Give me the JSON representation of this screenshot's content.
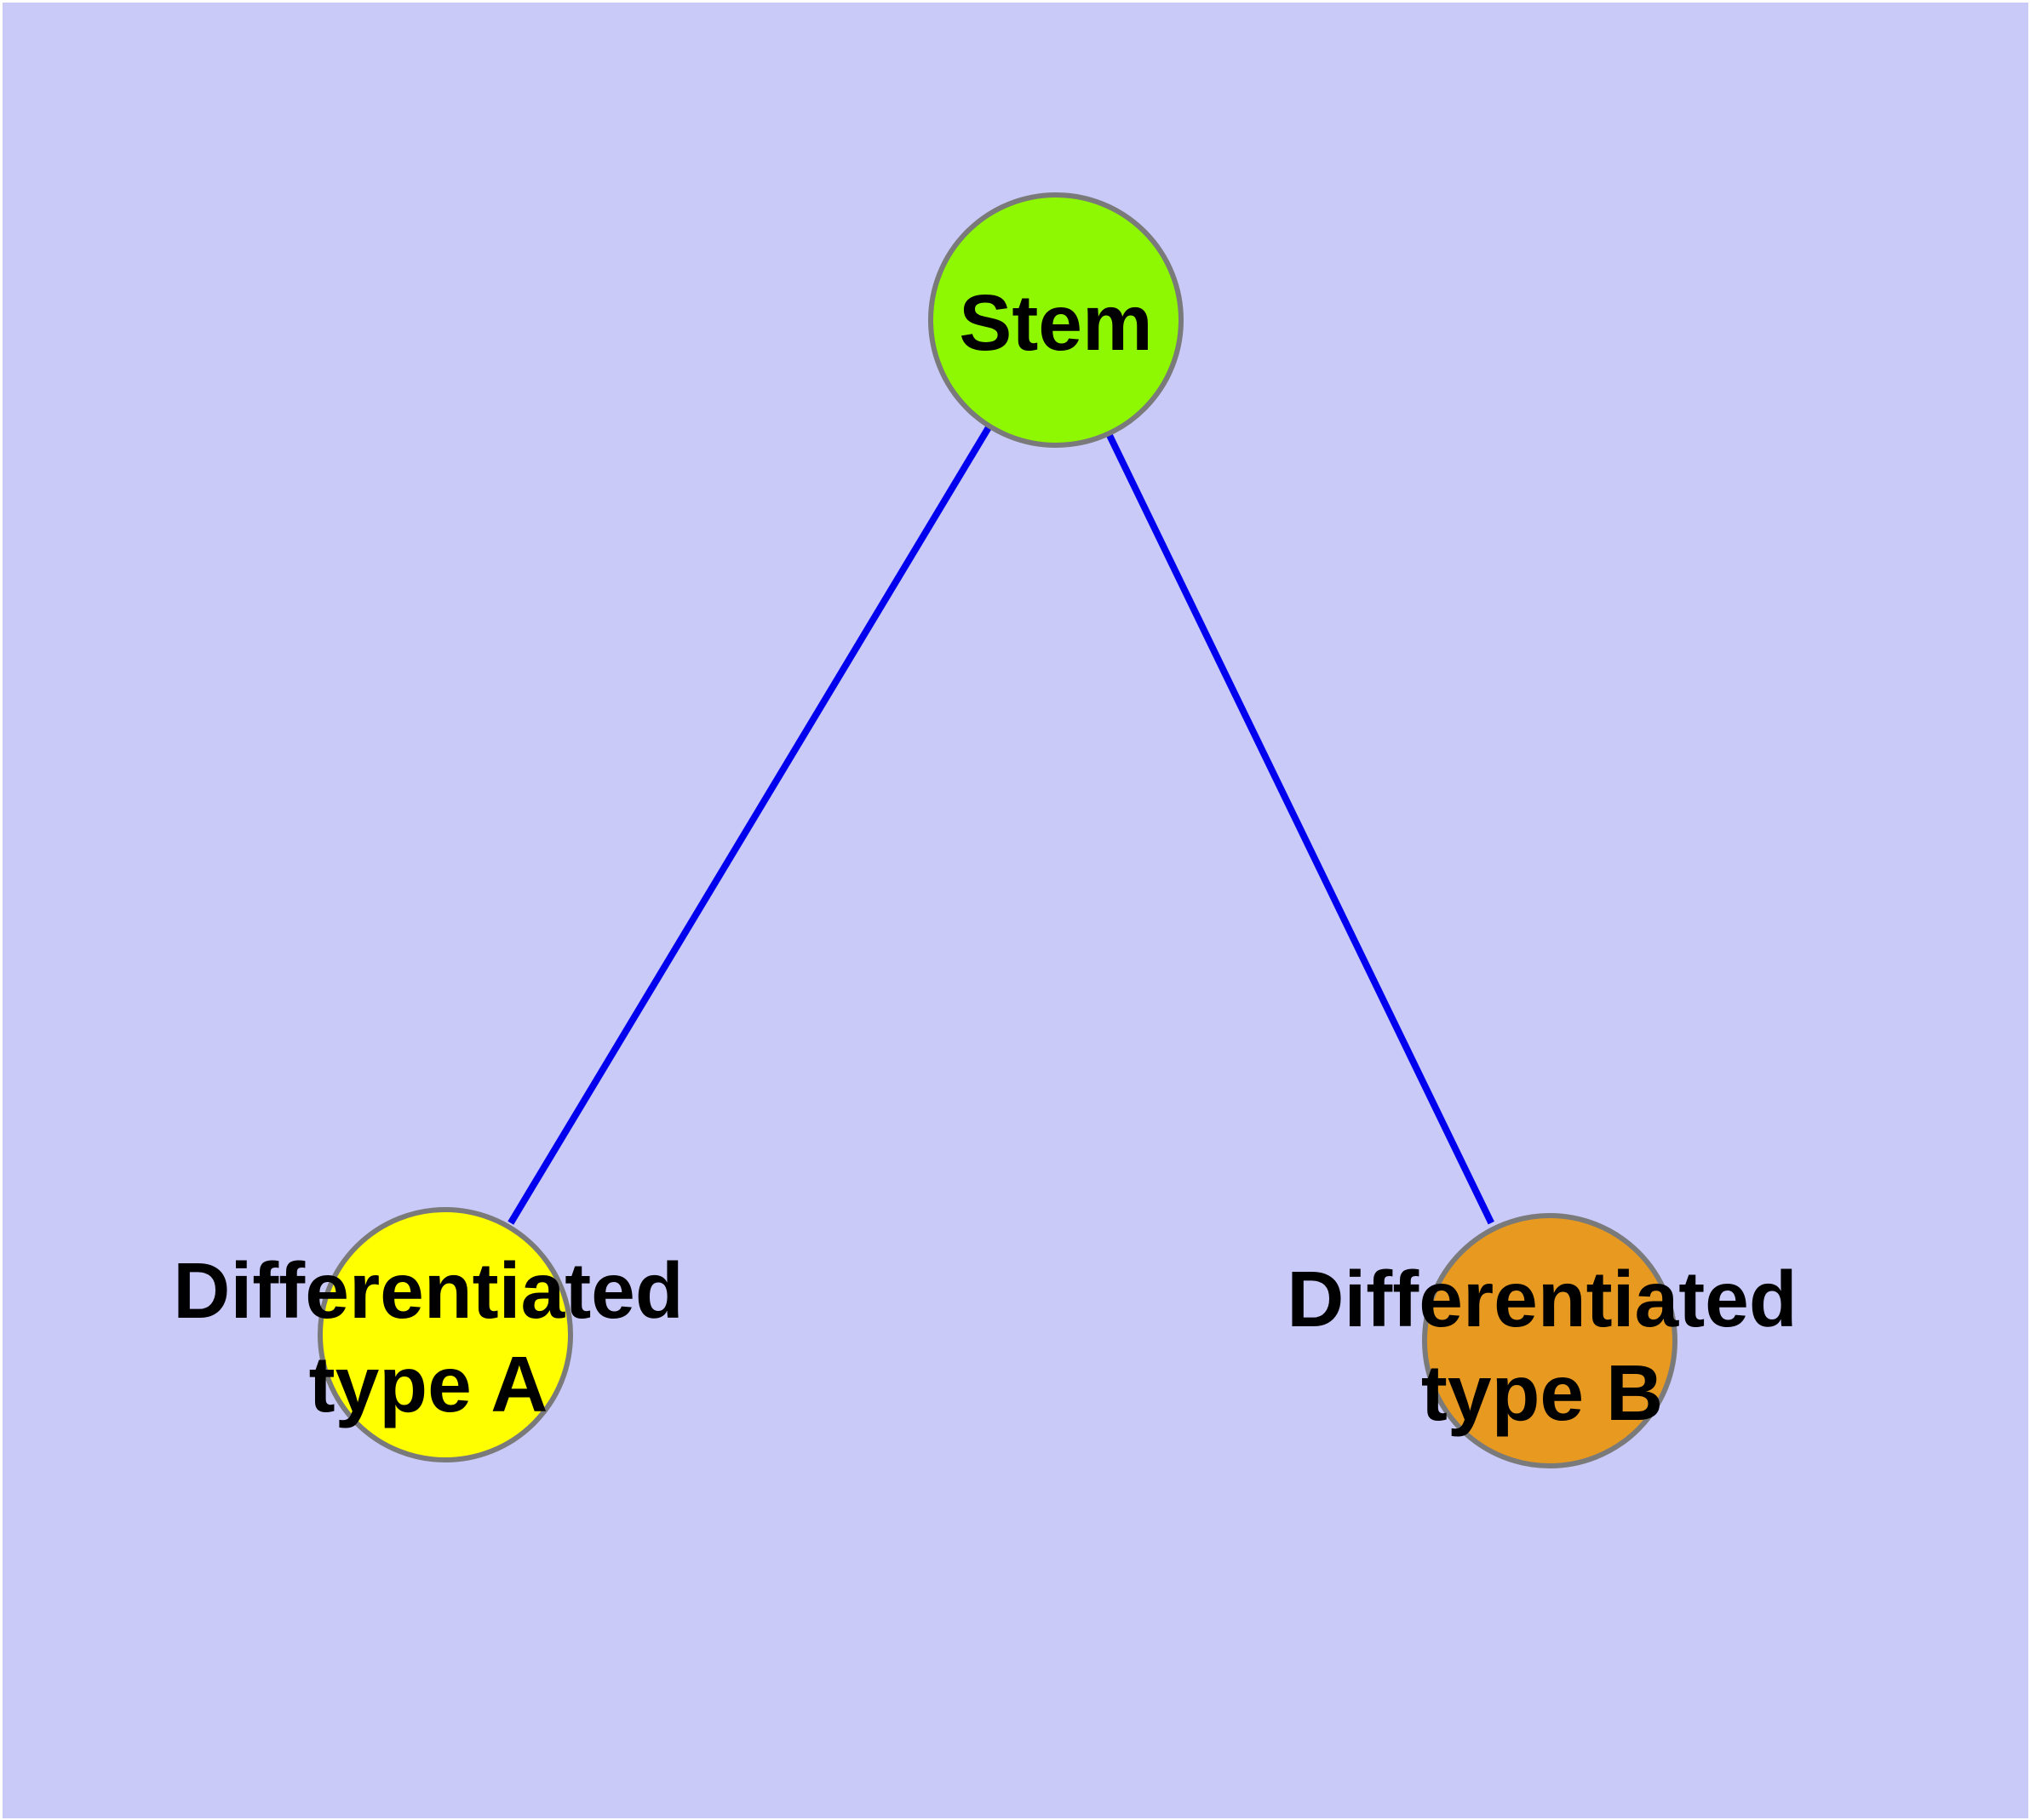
{
  "diagram": {
    "type": "node-link-graph",
    "nodes": [
      {
        "id": "stem",
        "lines": [
          "Stem"
        ],
        "shape": "circle",
        "color_key": "node-stem"
      },
      {
        "id": "type-a",
        "lines": [
          "Differentiated",
          "type A"
        ],
        "shape": "circle",
        "color_key": "node-a"
      },
      {
        "id": "type-b",
        "lines": [
          "Differentiated",
          "type B"
        ],
        "shape": "circle",
        "color_key": "node-b"
      }
    ],
    "edges": [
      {
        "from": "Stem",
        "to": "Differentiated type A"
      },
      {
        "from": "Stem",
        "to": "Differentiated type B"
      }
    ]
  },
  "colors": {
    "background": "#cacaf9",
    "node-stem": "#8ef702",
    "node-a": "#ffff00",
    "node-b": "#e89a20",
    "node-border": "#7a7a7a",
    "edge": "#0000ee",
    "label-text": "#000000"
  }
}
